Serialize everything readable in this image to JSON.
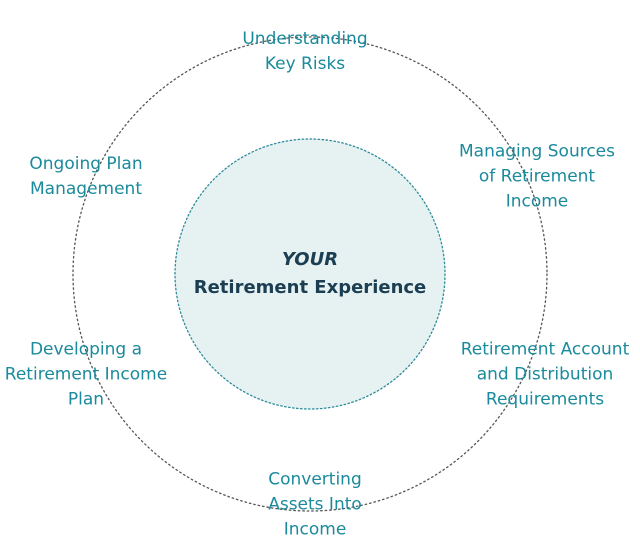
{
  "center": {
    "title": "YOUR",
    "subtitle": "Retirement Experience"
  },
  "stages": [
    {
      "id": "understanding",
      "lines": [
        "Understanding",
        "Key Risks"
      ]
    },
    {
      "id": "managing",
      "lines": [
        "Managing Sources",
        "of Retirement",
        "Income"
      ]
    },
    {
      "id": "account",
      "lines": [
        "Retirement Account",
        "and Distribution",
        "Requirements"
      ]
    },
    {
      "id": "converting",
      "lines": [
        "Converting",
        "Assets Into",
        "Income"
      ]
    },
    {
      "id": "developing",
      "lines": [
        "Developing a",
        "Retirement Income",
        "Plan"
      ]
    },
    {
      "id": "ongoing",
      "lines": [
        "Ongoing Plan",
        "Management"
      ]
    }
  ],
  "colors": {
    "stage_text": "#1a8a9c",
    "center_text": "#1b3e52",
    "center_fill": "#e6f2f2",
    "center_stroke": "#2d8a9a",
    "ring_stroke": "#555555"
  }
}
